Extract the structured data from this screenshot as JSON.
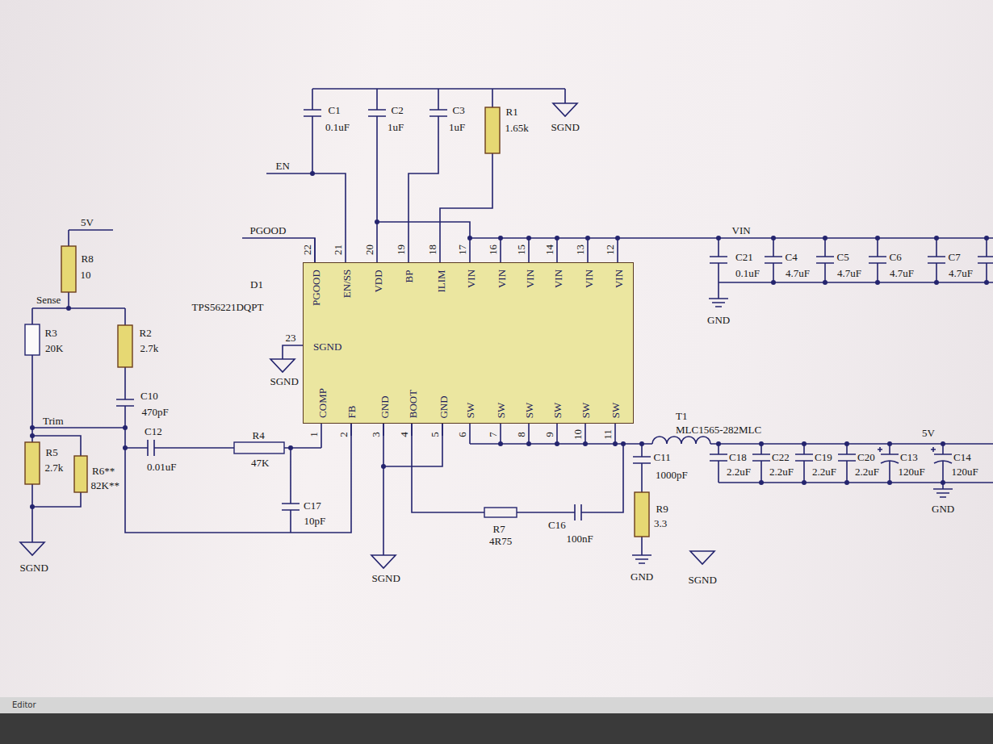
{
  "diagram": {
    "nodes": [
      {
        "text": [
          "PGOOD",
          "EN/SS",
          "VDD",
          "BP",
          "ILIM",
          "VIN",
          "VIN",
          "VIN",
          "VIN",
          "VIN",
          "VIN",
          "SGND",
          "COMP",
          "FB",
          "GND",
          "BOOT",
          "GND",
          "SW",
          "SW",
          "SW",
          "SW",
          "SW",
          "SW"
        ]
      }
    ],
    "labels": [
      "C1",
      "0.1uF",
      "C2",
      "1uF",
      "C3",
      "1uF",
      "R1",
      "1.65k",
      "SGND",
      "EN",
      "PGOOD",
      "VIN",
      "C21",
      "0.1uF",
      "C4",
      "4.7uF",
      "C5",
      "4.7uF",
      "C6",
      "4.7uF",
      "C7",
      "4.7uF",
      "GND",
      "D1",
      "TPS56221DQPT",
      "22",
      "21",
      "20",
      "19",
      "18",
      "17",
      "16",
      "15",
      "14",
      "13",
      "12",
      "23",
      "1",
      "2",
      "3",
      "4",
      "5",
      "6",
      "7",
      "8",
      "9",
      "10",
      "11",
      "5V",
      "R8",
      "10",
      "Sense",
      "R3",
      "20K",
      "R2",
      "2.7k",
      "C10",
      "470pF",
      "Trim",
      "C12",
      "0.01uF",
      "R4",
      "47K",
      "C17",
      "10pF",
      "R5",
      "2.7k",
      "R6**",
      "82K**",
      "SGND",
      "SGND",
      "R7",
      "4R75",
      "C16",
      "100nF",
      "T1",
      "MLC1565-282MLC",
      "C11",
      "1000pF",
      "R9",
      "3.3",
      "GND",
      "SGND",
      "5V",
      "C18",
      "2.2uF",
      "C22",
      "2.2uF",
      "C19",
      "2.2uF",
      "C20",
      "2.2uF",
      "C13",
      "120uF",
      "C14",
      "120uF",
      "GND",
      "SGND",
      "Editor"
    ]
  }
}
